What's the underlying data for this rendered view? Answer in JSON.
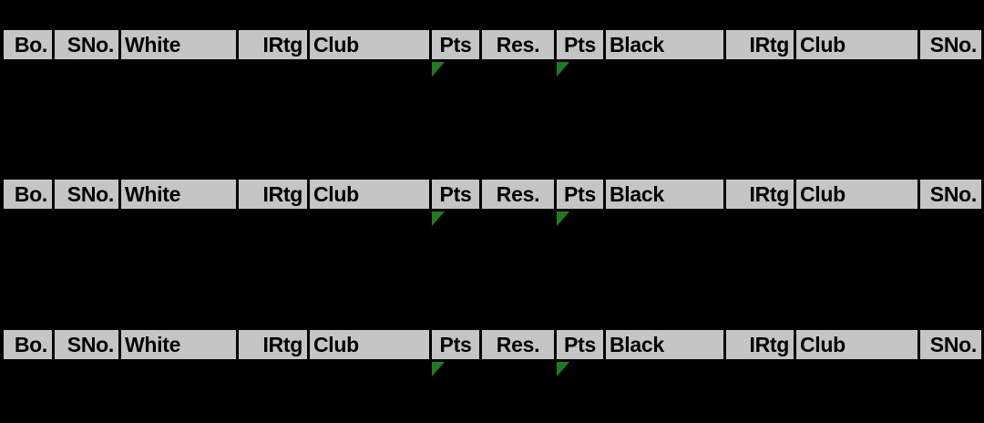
{
  "colors": {
    "background": "#000000",
    "header_bg": "#c5c5c5",
    "header_text": "#000000",
    "sort_triangle": "#1b7e1b"
  },
  "table": {
    "kind": "chess-pairings-header",
    "header_labels": [
      "Bo.",
      "SNo.",
      "White",
      "IRtg",
      "Club",
      "Pts",
      "Res.",
      "Pts",
      "Black",
      "IRtg",
      "Club",
      "SNo."
    ],
    "header_row_count": 3,
    "icons": {
      "sort_triangle": "green-corner-triangle under each Pts column"
    }
  }
}
